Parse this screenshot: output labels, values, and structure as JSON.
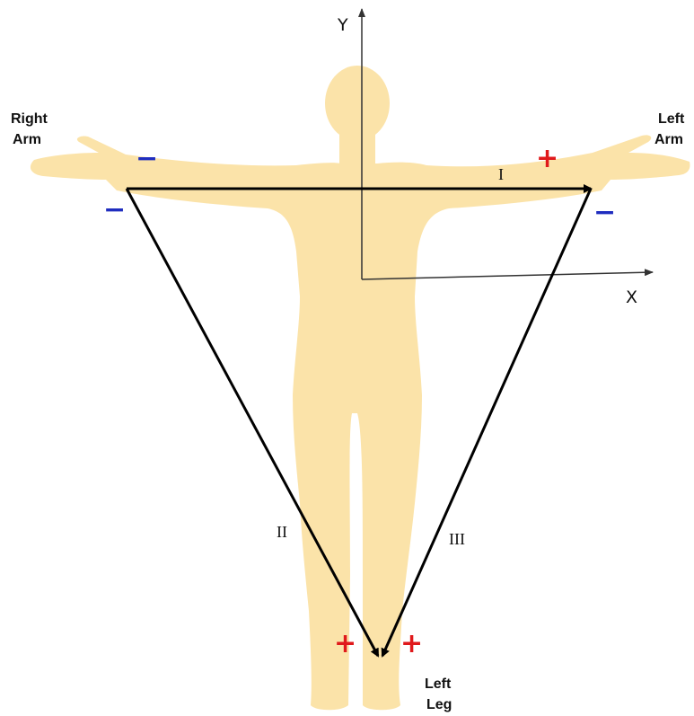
{
  "labels": {
    "right_arm_line1": "Right",
    "right_arm_line2": "Arm",
    "left_arm_line1": "Left",
    "left_arm_line2": "Arm",
    "left_leg_line1": "Left",
    "left_leg_line2": "Leg"
  },
  "axes": {
    "x": "X",
    "y": "Y"
  },
  "leads": {
    "lead_i": "I",
    "lead_ii": "II",
    "lead_iii": "III"
  },
  "signs": {
    "negative": "−",
    "positive": "+"
  },
  "colors": {
    "body": "#fbe3a9",
    "negative": "#1f2dbf",
    "positive": "#e0191b",
    "line": "#000000"
  }
}
